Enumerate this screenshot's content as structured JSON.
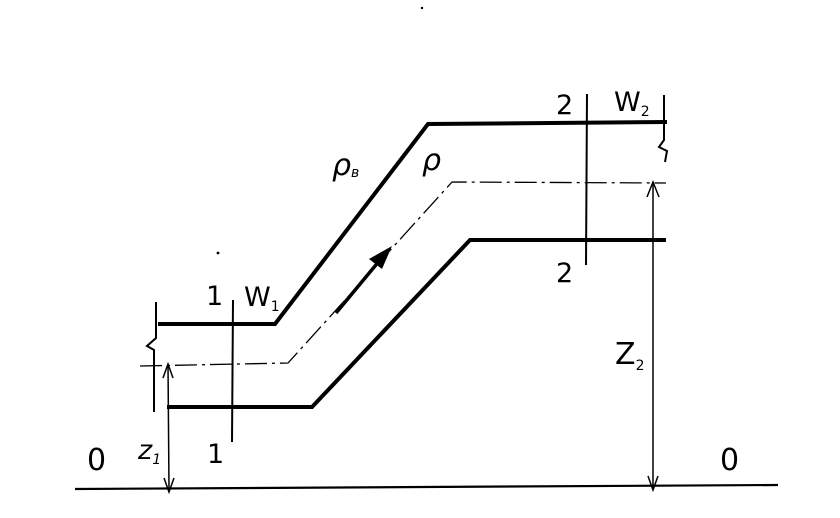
{
  "labels": {
    "datum_left": "0",
    "datum_right": "0",
    "section1_top": "1",
    "section1_bottom": "1",
    "section2_top": "2",
    "section2_bottom": "2",
    "w1": "W",
    "w1_sub": "1",
    "w2": "W",
    "w2_sub": "2",
    "z1": "z",
    "z1_sub": "1",
    "z2": "Z",
    "z2_sub": "2",
    "rho_b": "ρ",
    "rho_b_sub": "в",
    "rho": "ρ"
  },
  "colors": {
    "line": "#000000",
    "background": "#ffffff"
  }
}
